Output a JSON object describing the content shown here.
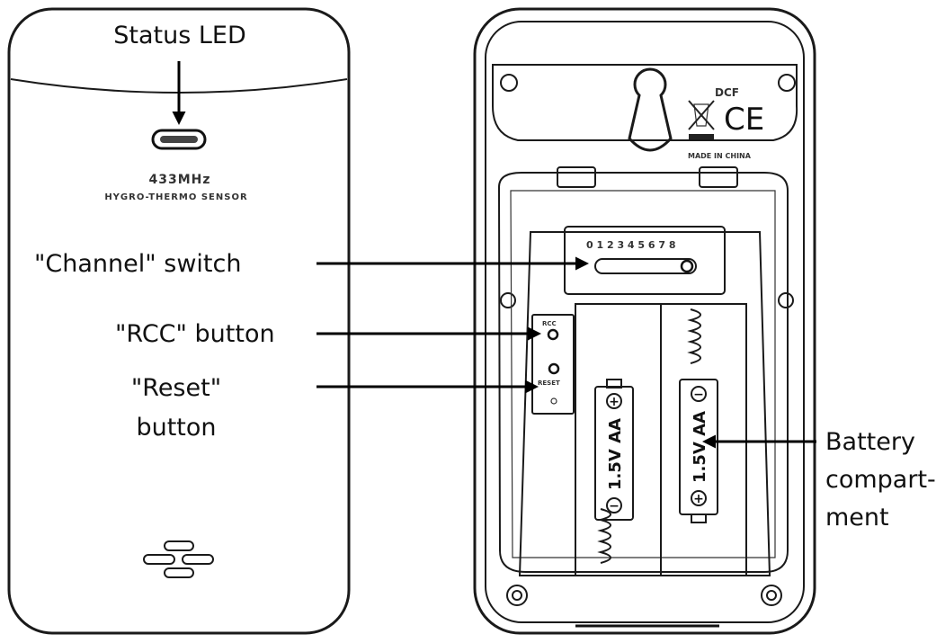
{
  "callouts": {
    "status_led": "Status LED",
    "channel_switch": "\"Channel\" switch",
    "rcc_button": "\"RCC\" button",
    "reset_button_line1": "\"Reset\"",
    "reset_button_line2": "button",
    "battery_line1": "Battery",
    "battery_line2": "compart-",
    "battery_line3": "ment"
  },
  "front_device": {
    "frequency": "433MHz",
    "model": "HYGRO-THERMO SENSOR"
  },
  "back_device": {
    "dcf": "DCF",
    "ce_mark": "CE",
    "made_in": "MADE IN CHINA",
    "channel_scale": "0 1 2 3 4 5 6 7 8",
    "rcc_label": "RCC",
    "reset_label": "RESET",
    "battery_1": "1.5V AA",
    "battery_2": "1.5V AA",
    "plus_sign": "+",
    "minus_sign": "−"
  }
}
